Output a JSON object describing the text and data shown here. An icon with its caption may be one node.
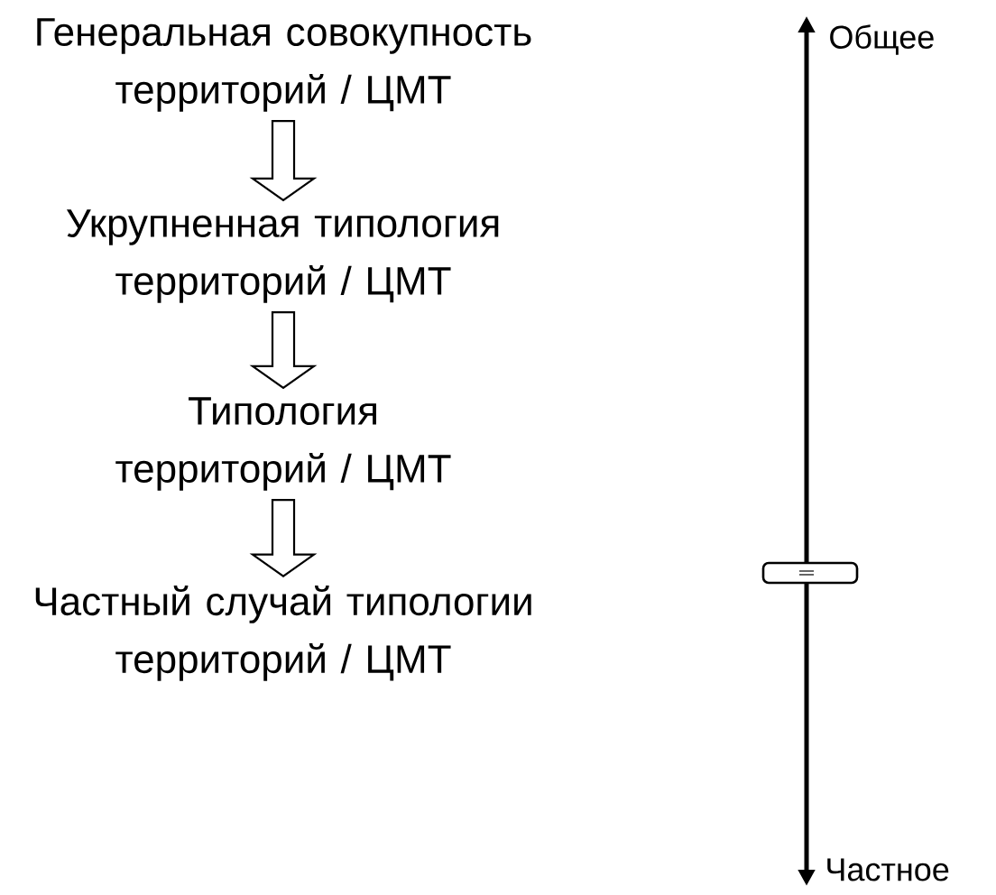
{
  "diagram": {
    "nodes": [
      {
        "text": [
          "Генеральная совокупность территорий / ЦМТ"
        ]
      },
      {
        "text": [
          "Укрупненная типология территорий / ЦМТ"
        ]
      },
      {
        "text": [
          "Типология территорий / ЦМТ"
        ]
      },
      {
        "text": [
          "Частный случай типологии территорий / ЦМТ"
        ]
      }
    ],
    "edges": [
      {
        "from": 0,
        "to": 1,
        "arrow": "to"
      },
      {
        "from": 1,
        "to": 2,
        "arrow": "to"
      },
      {
        "from": 2,
        "to": 3,
        "arrow": "to"
      }
    ],
    "labels": [
      "Общее",
      "Частное"
    ]
  }
}
